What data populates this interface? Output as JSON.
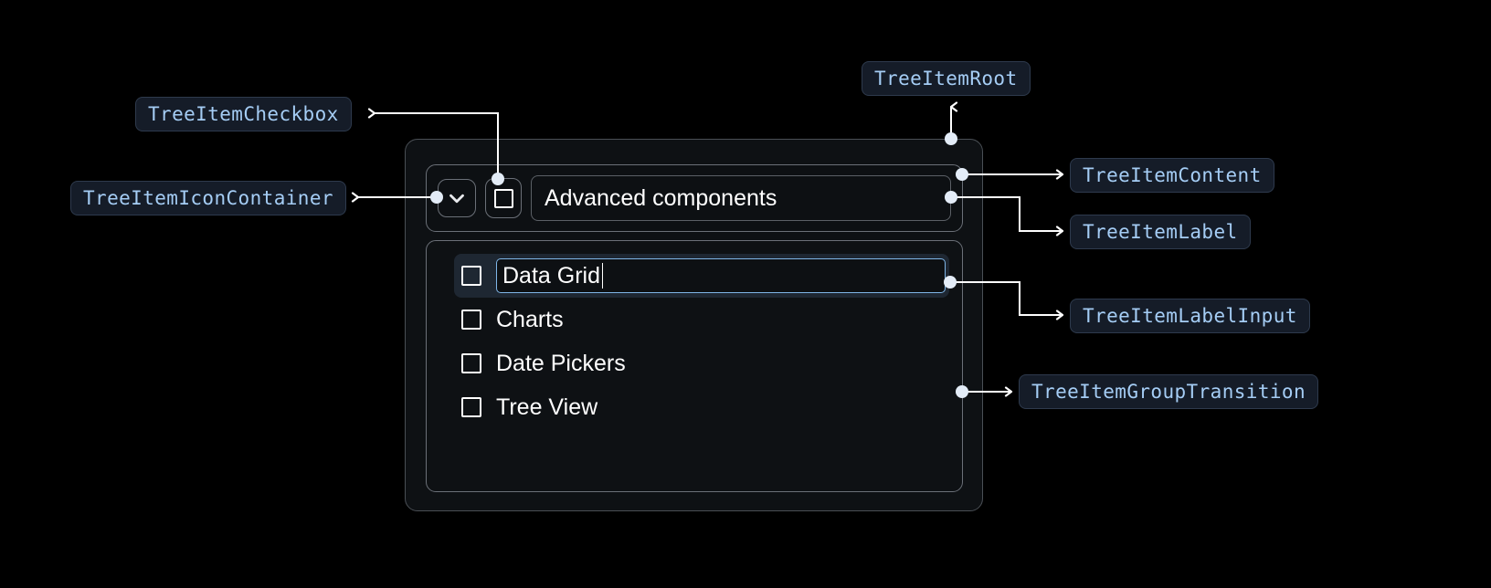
{
  "canvas": {
    "background": "#000000",
    "accent_blue": "#a5cdf5",
    "input_border": "#7fb6e8",
    "selected_row_bg": "#1e2732",
    "chip_bg": "#151c28",
    "chip_border": "#2e3a4d",
    "container_border": "#6b7078",
    "root_border": "#4a4f55"
  },
  "annotations": [
    {
      "id": "tree-item-checkbox",
      "label": "TreeItemCheckbox"
    },
    {
      "id": "tree-item-icon-container",
      "label": "TreeItemIconContainer"
    },
    {
      "id": "tree-item-root",
      "label": "TreeItemRoot"
    },
    {
      "id": "tree-item-content",
      "label": "TreeItemContent"
    },
    {
      "id": "tree-item-label",
      "label": "TreeItemLabel"
    },
    {
      "id": "tree-item-label-input",
      "label": "TreeItemLabelInput"
    },
    {
      "id": "tree-item-group-transition",
      "label": "TreeItemGroupTransition"
    }
  ],
  "tree": {
    "root_label": "Advanced components",
    "root_expanded": true,
    "root_checkbox_checked": false,
    "expand_icon": "chevron-down-icon",
    "children": [
      {
        "label": "Data Grid",
        "checked": false,
        "editing": true,
        "selected": true
      },
      {
        "label": "Charts",
        "checked": false,
        "editing": false,
        "selected": false
      },
      {
        "label": "Date Pickers",
        "checked": false,
        "editing": false,
        "selected": false
      },
      {
        "label": "Tree View",
        "checked": false,
        "editing": false,
        "selected": false
      }
    ],
    "editing_value": "Data Grid"
  }
}
